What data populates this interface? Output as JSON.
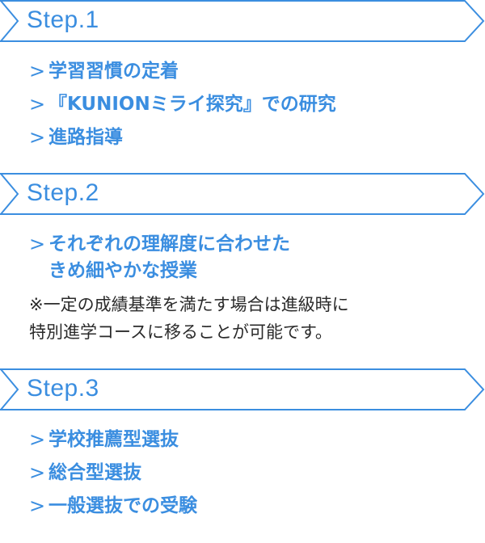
{
  "colors": {
    "accent": "#3b8ee0",
    "note_text": "#2a2a2a",
    "background": "#ffffff"
  },
  "bullet": ">",
  "steps": [
    {
      "label": "Step.1",
      "items": [
        "学習習慣の定着",
        "『KUNIONミライ探究』での研究",
        "進路指導"
      ]
    },
    {
      "label": "Step.2",
      "items": [
        "それぞれの理解度に合わせた\nきめ細やかな授業"
      ],
      "note": "※一定の成績基準を満たす場合は進級時に\n特別進学コースに移ることが可能です。"
    },
    {
      "label": "Step.3",
      "items": [
        "学校推薦型選抜",
        "総合型選抜",
        "一般選抜での受験"
      ]
    }
  ]
}
